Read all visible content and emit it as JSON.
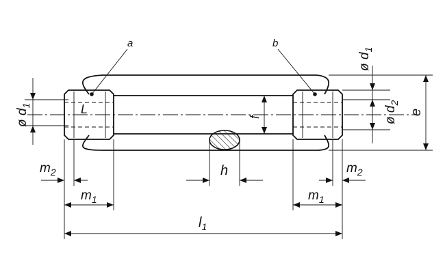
{
  "labels": {
    "a": "a",
    "b": "b",
    "thread_mark": "L",
    "d1_main": "ø d",
    "d1_sub": "1",
    "d1r_main": "ø d",
    "d1r_sub": "1",
    "d2_main": "ø d",
    "d2_sub": "2",
    "e": "e",
    "f": "f",
    "h": "h",
    "m2l_main": "m",
    "m2l_sub": "2",
    "m2r_main": "m",
    "m2r_sub": "2",
    "m1l_main": "m",
    "m1l_sub": "1",
    "m1r_main": "m",
    "m1r_sub": "1",
    "l1_main": "l",
    "l1_sub": "1"
  }
}
